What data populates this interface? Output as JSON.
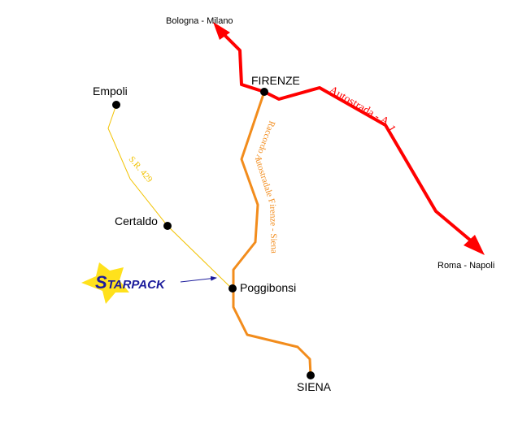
{
  "map": {
    "cities": {
      "firenze": "FIRENZE",
      "empoli": "Empoli",
      "certaldo": "Certaldo",
      "poggibonsi": "Poggibonsi",
      "siena": "SIENA"
    },
    "destinations": {
      "north": "Bologna - Milano",
      "south": "Roma - Napoli"
    },
    "roads": {
      "autostrada": "Autostrada - A 1",
      "raccordo": "Raccordo   Autostradale   Firenze - Siena",
      "sr": "S.R. 429"
    },
    "logo": {
      "initial": "S",
      "rest": "TARPACK",
      "text_color": "#1c1c9c",
      "star_color": "#ffe11c"
    },
    "colors": {
      "autostrada": "#ff0000",
      "raccordo": "#f28c1c",
      "sr": "#f2c200",
      "city_dot": "#000000"
    }
  }
}
